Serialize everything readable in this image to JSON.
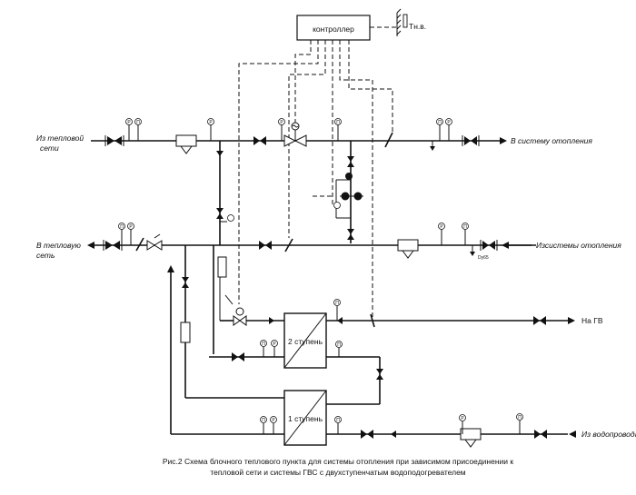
{
  "controller": {
    "label": "контроллер"
  },
  "sensor": {
    "label": "Тн.в."
  },
  "labels": {
    "from_heating_network": [
      "Из тепловой",
      "сети"
    ],
    "to_heating_system": "В систему отопления",
    "to_heating_network": [
      "В тепловую",
      "сеть"
    ],
    "from_heating_system": "Изсистемы отопления",
    "dy": "Dy65",
    "to_hot_water": "На ГВ",
    "from_water_supply": "Из водопровода"
  },
  "exchangers": {
    "stage2": "2 ступень",
    "stage1": "1 ступень"
  },
  "gauge_symbols": {
    "pressure": "P",
    "temperature": "П"
  },
  "caption": [
    "Рис.2  Схема блочного теплового пункта для системы отопления при зависимом присоединении к",
    "тепловой сети и системы ГВС  с двухступенчатым водоподогревателем"
  ]
}
